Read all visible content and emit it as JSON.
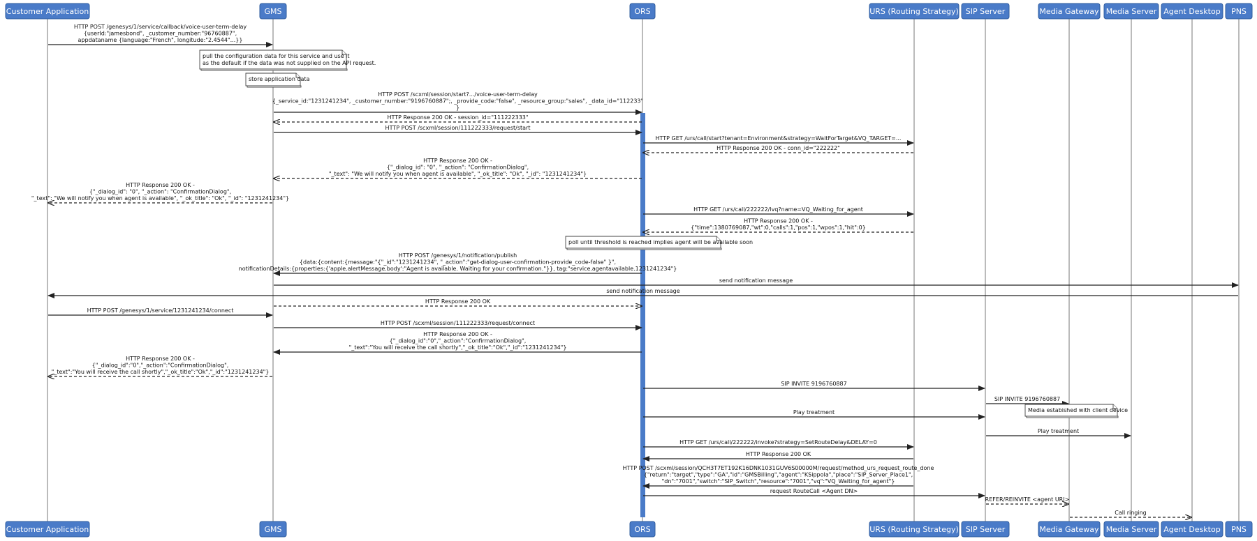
{
  "participants": [
    {
      "id": "customer",
      "label": "Customer Application"
    },
    {
      "id": "gms",
      "label": "GMS"
    },
    {
      "id": "ors",
      "label": "ORS"
    },
    {
      "id": "urs",
      "label": "URS (Routing Strategy)"
    },
    {
      "id": "sip",
      "label": "SIP Server"
    },
    {
      "id": "mgw",
      "label": "Media Gateway"
    },
    {
      "id": "ms",
      "label": "Media Server"
    },
    {
      "id": "agent",
      "label": "Agent Desktop"
    },
    {
      "id": "pns",
      "label": "PNS"
    }
  ],
  "messages": [
    {
      "from": "customer",
      "to": "gms",
      "dashed": false,
      "lines": [
        "HTTP POST /genesys/1/service/callback/voice-user-term-delay",
        "{userId:\"jamesbond\", _customer_number:\"96760887\",",
        "appdataname {language:\"French\", longitude:\"2.4544\"...}}"
      ]
    },
    {
      "from": "gms",
      "to": "ors",
      "dashed": false,
      "lines": [
        "HTTP POST /scxml/session/start?.../voice-user-term-delay",
        "{_service_id:\"1231241234\", _customer_number:\"9196760887\";, _provide_code:\"false\", _resource_group:\"sales\", _data_id=\"112233\"",
        "}"
      ]
    },
    {
      "from": "ors",
      "to": "gms",
      "dashed": true,
      "lines": [
        "HTTP Response 200 OK - session_id=\"111222333\""
      ]
    },
    {
      "from": "gms",
      "to": "ors",
      "dashed": false,
      "lines": [
        "HTTP POST /scxml/session/111222333/request/start"
      ]
    },
    {
      "from": "ors",
      "to": "urs",
      "dashed": false,
      "lines": [
        "HTTP GET /urs/call/start?tenant=Environment&strategy=WaitForTarget&VQ_TARGET=..."
      ]
    },
    {
      "from": "urs",
      "to": "ors",
      "dashed": true,
      "lines": [
        "HTTP Response 200 OK - conn_id=\"222222\""
      ]
    },
    {
      "from": "ors",
      "to": "gms",
      "dashed": true,
      "lines": [
        "HTTP Response 200 OK -",
        "{\"_dialog_id\": \"0\", \"_action\": \"ConfirmationDialog\",",
        "\"_text\": \"We will notify you when agent is available\", \"_ok_title\": \"Ok\", \"_id\": \"1231241234\"}"
      ]
    },
    {
      "from": "gms",
      "to": "customer",
      "dashed": true,
      "lines": [
        "HTTP Response 200 OK -",
        "{\"_dialog_id\": \"0\", \"_action\": \"ConfirmationDialog\",",
        "\"_text\": \"We will notify you when agent is available\", \"_ok_title\": \"Ok\", \"_id\": \"1231241234\"}"
      ]
    },
    {
      "from": "ors",
      "to": "urs",
      "dashed": false,
      "lines": [
        "HTTP GET /urs/call/222222/lvq?name=VQ_Waiting_for_agent"
      ]
    },
    {
      "from": "urs",
      "to": "ors",
      "dashed": true,
      "lines": [
        "HTTP Response 200 OK -",
        "{\"time\":1380769087,\"wt\":0,\"calls\":1,\"pos\":1,\"wpos\":1,\"hit\":0}"
      ]
    },
    {
      "from": "ors",
      "to": "gms",
      "dashed": false,
      "lines": [
        "HTTP POST /genesys/1/notification/publish",
        "{data:{content:{message:\"{\"_id\":\"1231241234\", \"_action\":\"get-dialog-user-confirmation-provide_code-false\" }\",",
        "notificationDetails:{properties:{'apple.alertMessage.body':\"Agent is available. Waiting for your confirmation.\"}}, tag:\"service.agentavailable.1231241234\"}"
      ]
    },
    {
      "from": "gms",
      "to": "pns",
      "dashed": false,
      "lines": [
        "send notification message"
      ]
    },
    {
      "from": "pns",
      "to": "customer",
      "dashed": false,
      "lines": [
        "send notification message"
      ]
    },
    {
      "from": "gms",
      "to": "ors",
      "dashed": true,
      "lines": [
        "HTTP Response 200 OK"
      ]
    },
    {
      "from": "customer",
      "to": "gms",
      "dashed": false,
      "lines": [
        "HTTP POST /genesys/1/service/1231241234/connect"
      ]
    },
    {
      "from": "gms",
      "to": "ors",
      "dashed": false,
      "lines": [
        "HTTP POST /scxml/session/111222333/request/connect"
      ]
    },
    {
      "from": "ors",
      "to": "gms",
      "dashed": false,
      "lines": [
        "HTTP Response 200 OK -",
        "{\"_dialog_id\":\"0\",\"_action\":\"ConfirmationDialog\",",
        "\"_text\":\"You will receive the call shortly\",\"_ok_title\":\"Ok\",\"_id\":\"1231241234\"}"
      ]
    },
    {
      "from": "gms",
      "to": "customer",
      "dashed": true,
      "lines": [
        "HTTP Response 200 OK -",
        "{\"_dialog_id\":\"0\",\"_action\":\"ConfirmationDialog\",",
        "\"_text\":\"You will receive the call shortly\",\"_ok_title\":\"Ok\",\"_id\":\"1231241234\"}"
      ]
    },
    {
      "from": "ors",
      "to": "sip",
      "dashed": false,
      "lines": [
        "SIP INVITE 9196760887"
      ]
    },
    {
      "from": "sip",
      "to": "mgw",
      "dashed": false,
      "lines": [
        "SIP INVITE 9196760887"
      ]
    },
    {
      "from": "ors",
      "to": "sip",
      "dashed": false,
      "lines": [
        "Play treatment"
      ]
    },
    {
      "from": "sip",
      "to": "ms",
      "dashed": false,
      "lines": [
        "Play treatment"
      ]
    },
    {
      "from": "ors",
      "to": "urs",
      "dashed": false,
      "lines": [
        "HTTP GET /urs/call/222222/invoke?strategy=SetRouteDelay&DELAY=0"
      ]
    },
    {
      "from": "urs",
      "to": "ors",
      "dashed": false,
      "lines": [
        "HTTP Response 200 OK"
      ]
    },
    {
      "from": "urs",
      "to": "ors",
      "dashed": false,
      "lines": [
        "HTTP POST /scxml/session/QCH3T7ET192K16DNK1031GUV6S00000M/request/method_urs_request_route_done",
        "{\"return\":\"target\",\"type\":\"GA\",\"id\":\"GMSBilling\",\"agent\":\"KSippola\",\"place\":\"SIP_Server_Place1\",",
        "\"dn\":\"7001\",\"switch\":\"SIP_Switch\",\"resource\":\"7001\",\"vq\":\"VQ_Waiting_for_agent\"}"
      ]
    },
    {
      "from": "ors",
      "to": "sip",
      "dashed": false,
      "lines": [
        "request RouteCall <Agent DN>"
      ]
    },
    {
      "from": "sip",
      "to": "mgw",
      "dashed": true,
      "lines": [
        "REFER/REINVITE <agent URI>"
      ]
    },
    {
      "from": "mgw",
      "to": "agent",
      "dashed": true,
      "lines": [
        "Call ringing"
      ]
    }
  ],
  "notes": [
    {
      "lines": [
        "pull the configuration data for this service and use it",
        "as the default if the data was not supplied on the API request."
      ]
    },
    {
      "lines": [
        "store application data"
      ]
    },
    {
      "lines": [
        "poll until threshold is reached implies agent will be available soon"
      ]
    },
    {
      "lines": [
        "Media estabished with client device"
      ]
    }
  ],
  "colors": {
    "participant_fill": "#4a7bc8",
    "activation": "#4a7bc8",
    "line": "#222222"
  }
}
